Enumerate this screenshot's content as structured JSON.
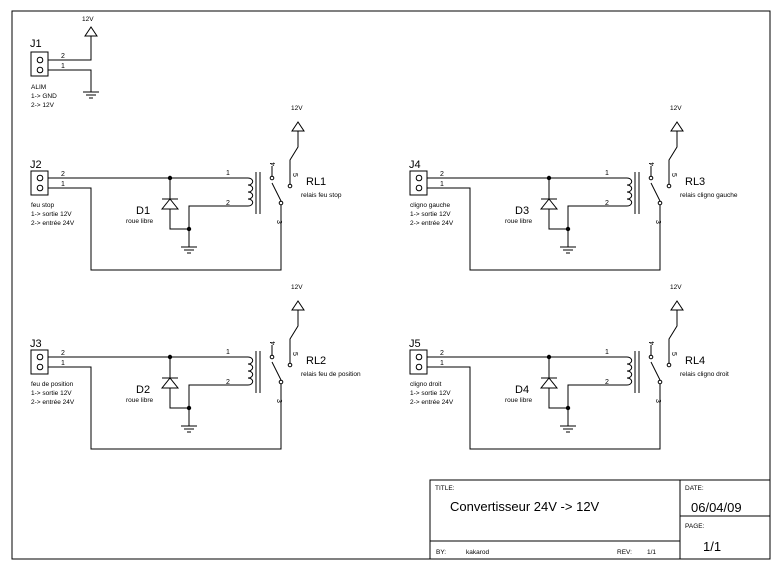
{
  "power_connector": {
    "ref": "J1",
    "supply": "12V",
    "pin2": "2",
    "pin1": "1",
    "notes": [
      "ALIM",
      "1-> GND",
      "2-> 12V"
    ]
  },
  "stages": [
    {
      "connector": "J2",
      "diode": "D1",
      "diode_note": "roue libre",
      "relay": "RL1",
      "relay_note": "relais feu stop",
      "supply": "12V",
      "connector_notes": [
        "feu stop",
        "1-> sortie 12V",
        "2-> entrée 24V"
      ],
      "pins": {
        "c2": "2",
        "c1": "1",
        "coil1": "1",
        "coil2": "2",
        "com": "3",
        "no": "4",
        "nc": "5"
      }
    },
    {
      "connector": "J4",
      "diode": "D3",
      "diode_note": "roue libre",
      "relay": "RL3",
      "relay_note": "relais cligno gauche",
      "supply": "12V",
      "connector_notes": [
        "cligno gauche",
        "1-> sortie 12V",
        "2-> entrée 24V"
      ],
      "pins": {
        "c2": "2",
        "c1": "1",
        "coil1": "1",
        "coil2": "2",
        "com": "3",
        "no": "4",
        "nc": "5"
      }
    },
    {
      "connector": "J3",
      "diode": "D2",
      "diode_note": "roue libre",
      "relay": "RL2",
      "relay_note": "relais feu de position",
      "supply": "12V",
      "connector_notes": [
        "feu de position",
        "1-> sortie 12V",
        "2-> entrée 24V"
      ],
      "pins": {
        "c2": "2",
        "c1": "1",
        "coil1": "1",
        "coil2": "2",
        "com": "3",
        "no": "4",
        "nc": "5"
      }
    },
    {
      "connector": "J5",
      "diode": "D4",
      "diode_note": "roue libre",
      "relay": "RL4",
      "relay_note": "relais cligno droit",
      "supply": "12V",
      "connector_notes": [
        "cligno droit",
        "1-> sortie 12V",
        "2-> entrée 24V"
      ],
      "pins": {
        "c2": "2",
        "c1": "1",
        "coil1": "1",
        "coil2": "2",
        "com": "3",
        "no": "4",
        "nc": "5"
      }
    }
  ],
  "title_block": {
    "title_label": "TITLE:",
    "title": "Convertisseur 24V -> 12V",
    "date_label": "DATE:",
    "date": "06/04/09",
    "page_label": "PAGE:",
    "page": "1/1",
    "by_label": "BY:",
    "by": "kakarod",
    "rev_label": "REV:",
    "rev": "1/1"
  }
}
